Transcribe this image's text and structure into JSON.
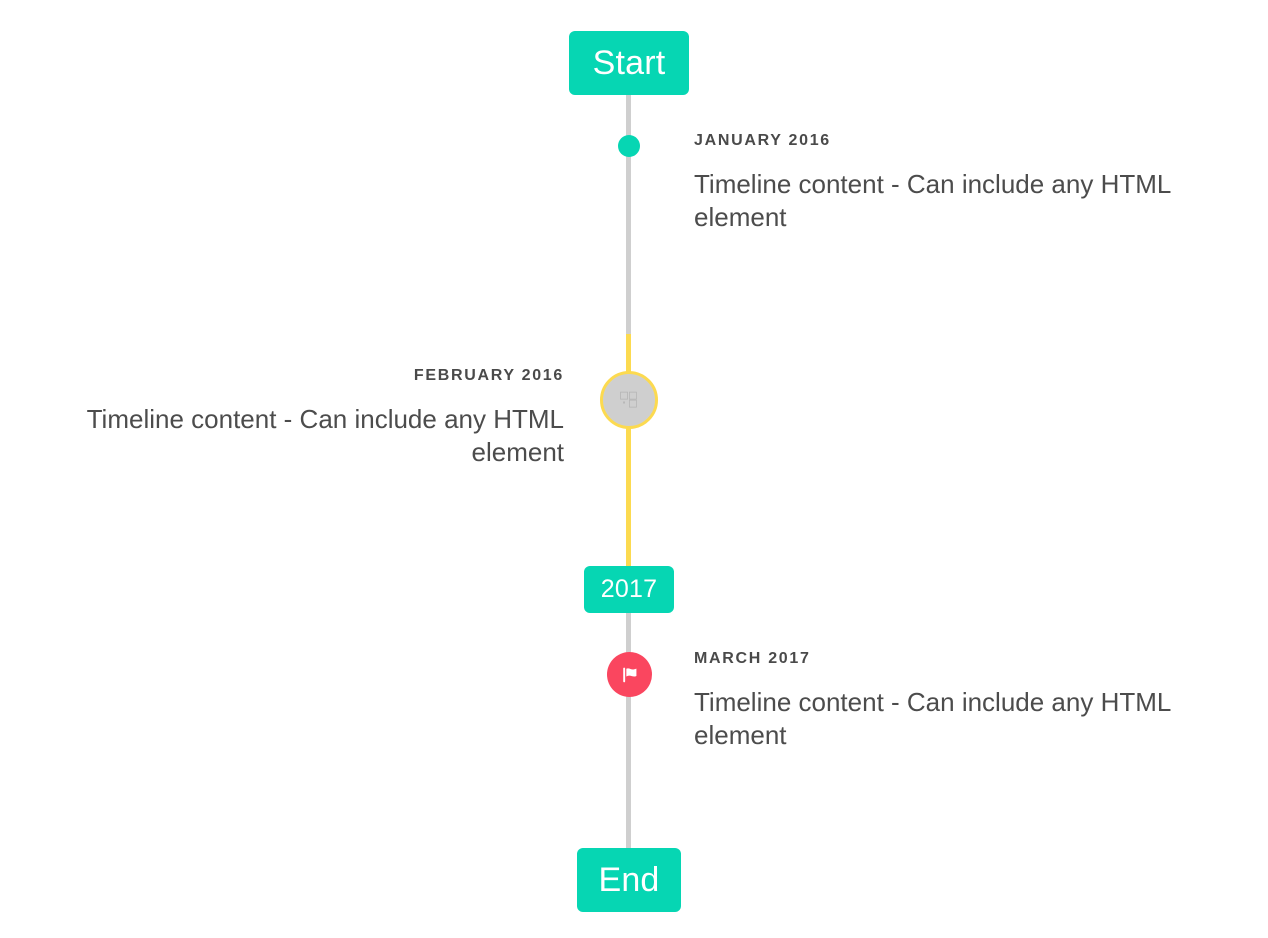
{
  "page": {
    "background_color": "#ffffff",
    "accent_color": "#06d6b3",
    "line_color": "#cfcfcf",
    "highlight_line_color": "#fcda50",
    "marker_alert_color": "#fa465f",
    "text_color": "#4c4c4c",
    "date_color": "#4a4a4a"
  },
  "timeline": {
    "start_label": "Start",
    "middle_label": "2017",
    "end_label": "End",
    "events": [
      {
        "id": "january-2016",
        "date": "January 2016",
        "text": "Timeline content - Can include any HTML element",
        "side": "right",
        "marker": "dot",
        "marker_color": "#06d6b3"
      },
      {
        "id": "february-2016",
        "date": "February 2016",
        "text": "Timeline content - Can include any HTML element",
        "side": "left",
        "marker": "ring-icon",
        "marker_color": "#cfcfcf",
        "marker_ring_color": "#fcda50",
        "marker_glyph": "missing-glyph-icon"
      },
      {
        "id": "march-2017",
        "date": "March 2017",
        "text": "Timeline content - Can include any HTML element",
        "side": "right",
        "marker": "flag-icon",
        "marker_color": "#fa465f"
      }
    ]
  }
}
